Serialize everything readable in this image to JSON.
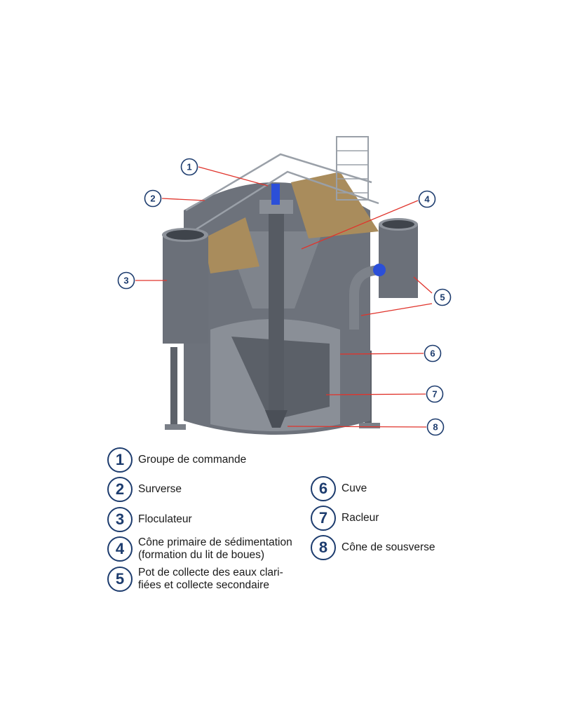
{
  "colors": {
    "accent": "#1d3c6e",
    "callout_line": "#e0342c",
    "steel": "#6b7079",
    "steel_dark": "#4a4f57",
    "bed": "#a98c5c",
    "valve": "#2b4fd8"
  },
  "items": [
    {
      "number": "1",
      "label": "Groupe de commande"
    },
    {
      "number": "2",
      "label": "Surverse"
    },
    {
      "number": "3",
      "label": "Floculateur"
    },
    {
      "number": "4",
      "label": "Cône primaire de sédimentation\n(formation du lit de boues)"
    },
    {
      "number": "5",
      "label": "Pot de collecte des eaux clari-\nfiées et collecte secondaire"
    },
    {
      "number": "6",
      "label": "Cuve"
    },
    {
      "number": "7",
      "label": "Racleur"
    },
    {
      "number": "8",
      "label": "Cône de sousverse"
    }
  ]
}
